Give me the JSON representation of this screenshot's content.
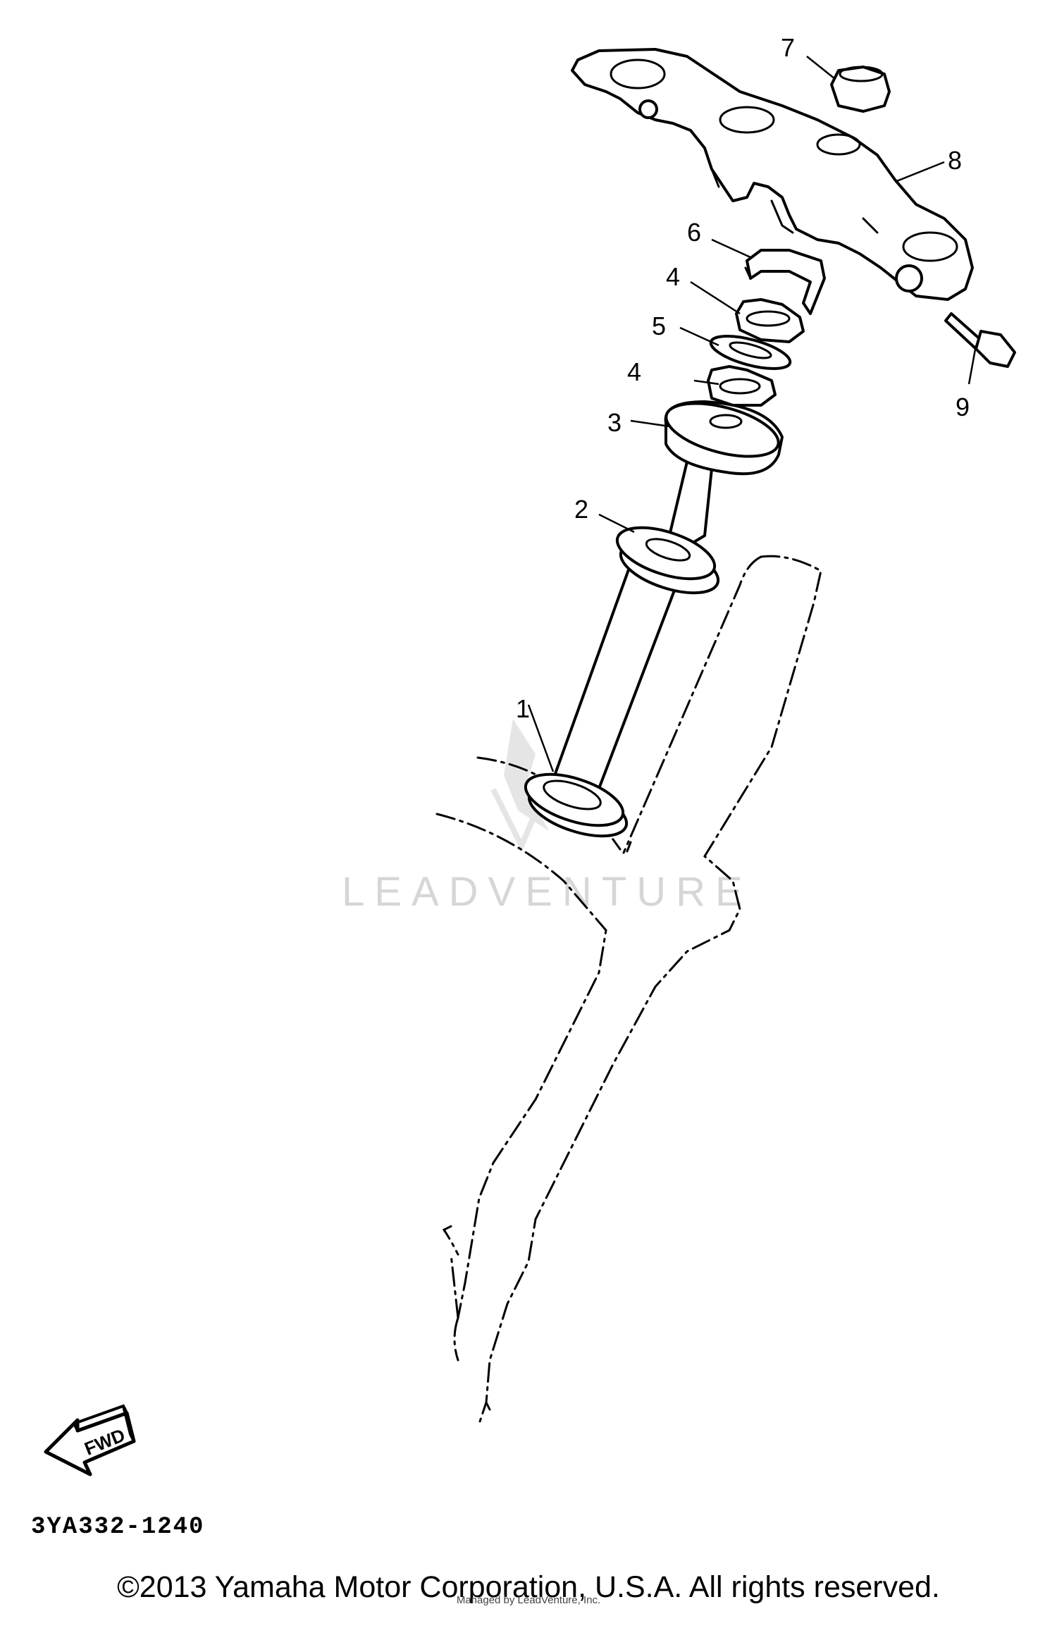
{
  "diagram": {
    "callouts": [
      "1",
      "2",
      "3",
      "4",
      "4",
      "5",
      "6",
      "7",
      "8",
      "9"
    ],
    "diagram_code": "3YA332-1240",
    "direction_arrow_label": "FWD",
    "watermark": "LEADVENTURE",
    "copyright": "©2013 Yamaha Motor Corporation, U.S.A. All rights reserved.",
    "copyright_sub": "Managed by LeadVenture, Inc."
  }
}
